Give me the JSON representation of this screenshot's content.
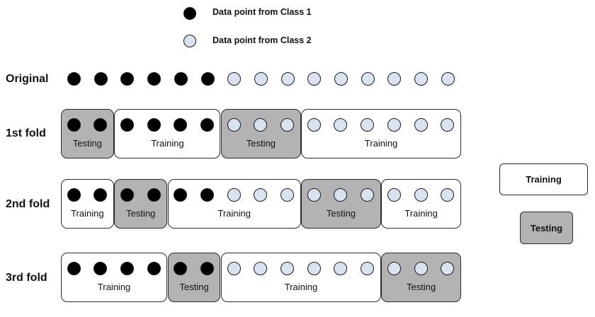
{
  "legend": {
    "class1": {
      "label": "Data point from Class 1",
      "color": "#000000"
    },
    "class2": {
      "label": "Data point from Class 2",
      "color": "#d9e3ef"
    }
  },
  "key": {
    "training": {
      "label": "Training",
      "color": "#ffffff"
    },
    "testing": {
      "label": "Testing",
      "color": "#b3b3b3"
    }
  },
  "original": {
    "label": "Original",
    "points": [
      1,
      1,
      1,
      1,
      1,
      1,
      2,
      2,
      2,
      2,
      2,
      2,
      2,
      2,
      2
    ]
  },
  "folds": [
    {
      "label": "1st fold",
      "segments": [
        {
          "kind": "test",
          "label": "Testing",
          "points": [
            1,
            1
          ]
        },
        {
          "kind": "train",
          "label": "Training",
          "points": [
            1,
            1,
            1,
            1
          ]
        },
        {
          "kind": "test",
          "label": "Testing",
          "points": [
            2,
            2,
            2
          ]
        },
        {
          "kind": "train",
          "label": "Training",
          "points": [
            2,
            2,
            2,
            2,
            2,
            2
          ]
        }
      ]
    },
    {
      "label": "2nd fold",
      "segments": [
        {
          "kind": "train",
          "label": "Training",
          "points": [
            1,
            1
          ]
        },
        {
          "kind": "test",
          "label": "Testing",
          "points": [
            1,
            1
          ]
        },
        {
          "kind": "train",
          "label": "Training",
          "points": [
            1,
            1,
            2,
            2,
            2
          ]
        },
        {
          "kind": "test",
          "label": "Testing",
          "points": [
            2,
            2,
            2
          ]
        },
        {
          "kind": "train",
          "label": "Training",
          "points": [
            2,
            2,
            2
          ]
        }
      ]
    },
    {
      "label": "3rd fold",
      "segments": [
        {
          "kind": "train",
          "label": "Training",
          "points": [
            1,
            1,
            1,
            1
          ]
        },
        {
          "kind": "test",
          "label": "Testing",
          "points": [
            1,
            1
          ]
        },
        {
          "kind": "train",
          "label": "Training",
          "points": [
            2,
            2,
            2,
            2,
            2,
            2
          ]
        },
        {
          "kind": "test",
          "label": "Testing",
          "points": [
            2,
            2,
            2
          ]
        }
      ]
    }
  ]
}
